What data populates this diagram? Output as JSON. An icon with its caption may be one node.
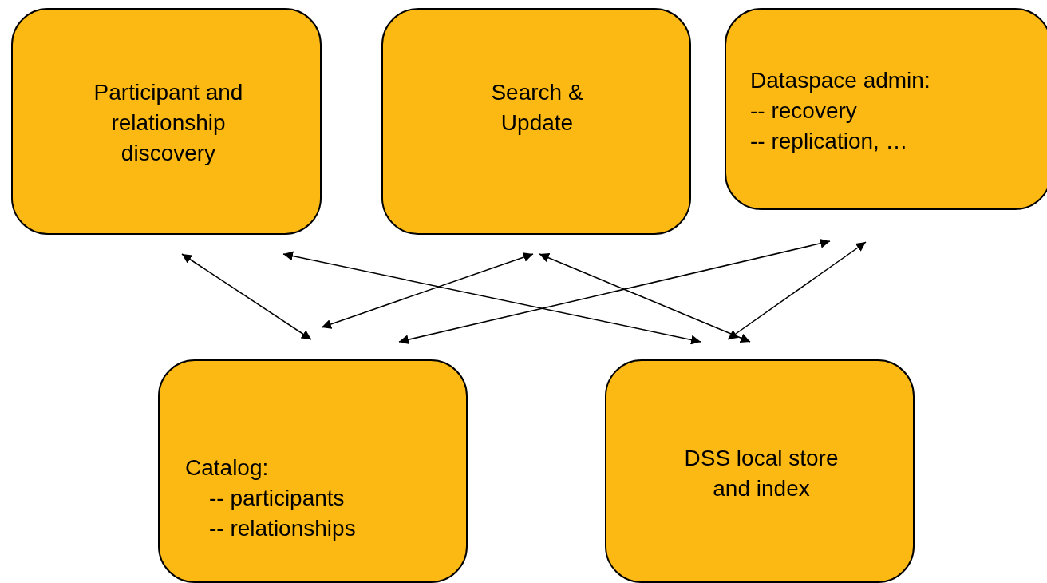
{
  "diagram": {
    "nodes": [
      {
        "text": [
          "Participant and relationship discovery"
        ]
      },
      {
        "text": [
          "Search & Update"
        ]
      },
      {
        "text": [
          "Dataspace admin:",
          "-- recovery",
          "-- replication, …"
        ]
      },
      {
        "text": [
          "Catalog:",
          "-- participants",
          "-- relationships"
        ]
      },
      {
        "text": [
          "DSS local store and index"
        ]
      }
    ],
    "edges": [
      {
        "from": 0,
        "to": 3,
        "arrow": "both"
      },
      {
        "from": 0,
        "to": 4,
        "arrow": "both"
      },
      {
        "from": 1,
        "to": 3,
        "arrow": "both"
      },
      {
        "from": 1,
        "to": 4,
        "arrow": "both"
      },
      {
        "from": 2,
        "to": 3,
        "arrow": "both"
      },
      {
        "from": 2,
        "to": 4,
        "arrow": "both"
      }
    ]
  }
}
